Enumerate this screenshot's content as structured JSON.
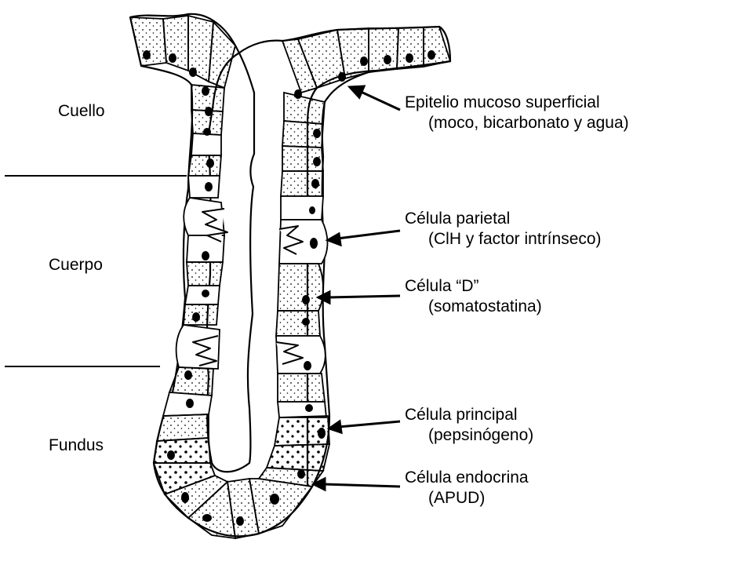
{
  "regions": {
    "neck": "Cuello",
    "body": "Cuerpo",
    "fundus": "Fundus"
  },
  "labels": {
    "surface_epithelium": {
      "title": "Epitelio mucoso superficial",
      "detail": "(moco, bicarbonato y agua)"
    },
    "parietal_cell": {
      "title": "Célula parietal",
      "detail": "(ClH y factor intrínseco)"
    },
    "d_cell": {
      "title": "Célula “D”",
      "detail": "(somatostatina)"
    },
    "chief_cell": {
      "title": "Célula principal",
      "detail": "(pepsinógeno)"
    },
    "endocrine_cell": {
      "title": "Célula endocrina",
      "detail": "(APUD)"
    }
  },
  "colors": {
    "ink": "#000000",
    "background": "#ffffff"
  }
}
